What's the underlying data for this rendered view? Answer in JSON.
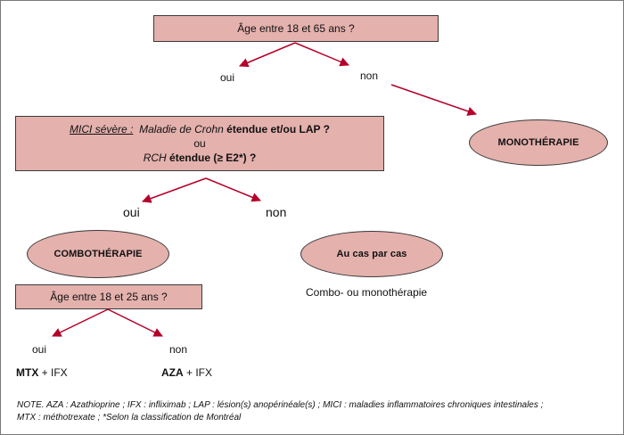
{
  "q1": {
    "text": "Âge entre 18 et 65 ans ?"
  },
  "q1_branches": {
    "yes": "oui",
    "no": "non"
  },
  "q2": {
    "line1_underlined": "MICI sévère :",
    "line1_italic": "Maladie de Crohn",
    "line1_bold": "étendue et/ou LAP ?",
    "line2": "ou",
    "line3_italic": "RCH",
    "line3_bold": "étendue (≥ E2*) ?"
  },
  "q2_branches": {
    "yes": "oui",
    "no": "non"
  },
  "monotherapie": {
    "text": "MONOTHÉRAPIE"
  },
  "combotherapie": {
    "text": "COMBOTHÉRAPIE"
  },
  "cas_par_cas": {
    "text": "Au cas par cas",
    "caption": "Combo- ou monothérapie"
  },
  "q3": {
    "text": "Âge entre 18 et 25 ans ?"
  },
  "q3_branches": {
    "yes": "oui",
    "no": "non"
  },
  "outcomes": {
    "yes_bold": "MTX",
    "yes_rest": " + IFX",
    "no_bold": "AZA",
    "no_rest": " + IFX"
  },
  "note": {
    "line1": "NOTE. AZA : Azathioprine ; IFX : infliximab ; LAP : lésion(s) anopérinéale(s) ; MICI : maladies inflammatoires chroniques intestinales ;",
    "line2": "MTX : méthotrexate ; *Selon la classification de Montréal"
  },
  "colors": {
    "box_fill": "#e4b1ad",
    "arrow": "#b4002a"
  }
}
